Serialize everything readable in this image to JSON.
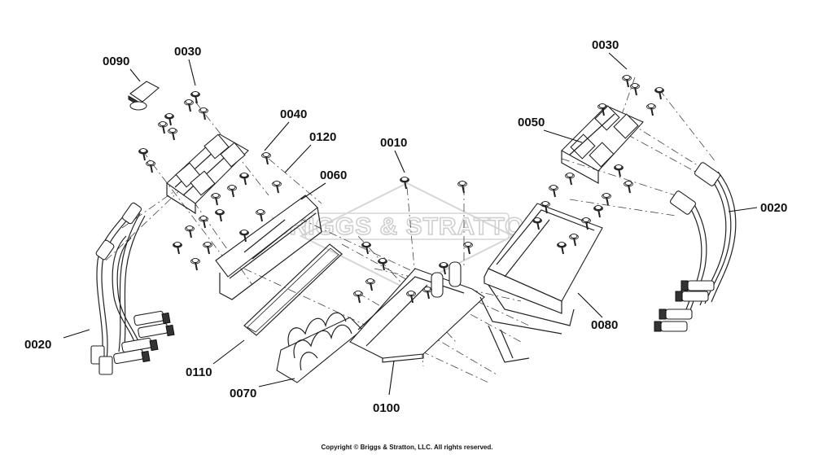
{
  "watermark": "BRIGGS & STRATTON",
  "copyright": "Copyright © Briggs & Stratton, LLC. All rights reserved.",
  "labels": {
    "l0090": "0090",
    "l0030a": "0030",
    "l0030b": "0030",
    "l0040": "0040",
    "l0120": "0120",
    "l0060": "0060",
    "l0010": "0010",
    "l0050": "0050",
    "l0020a": "0020",
    "l0020b": "0020",
    "l0080": "0080",
    "l0110": "0110",
    "l0070": "0070",
    "l0100": "0100"
  }
}
